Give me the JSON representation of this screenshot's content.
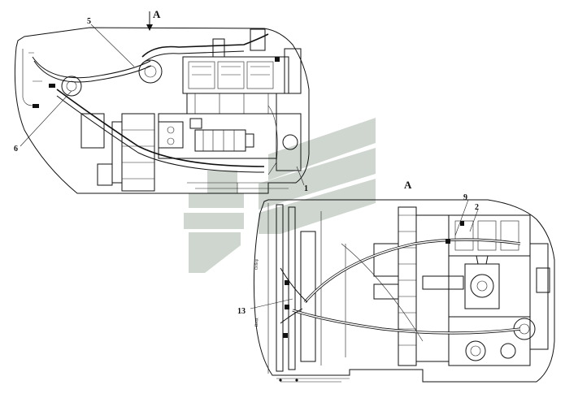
{
  "view_arrow_label": "A",
  "view_title": "A",
  "callouts": {
    "c5": "5",
    "c6": "6",
    "c1": "1",
    "c9": "9",
    "c2": "2",
    "c13": "13"
  },
  "side_texts": {
    "upper": "Отбор",
    "lower": "Вход"
  },
  "colors": {
    "line": "#111111",
    "watermark": "#cfd6d0",
    "background": "#ffffff"
  }
}
